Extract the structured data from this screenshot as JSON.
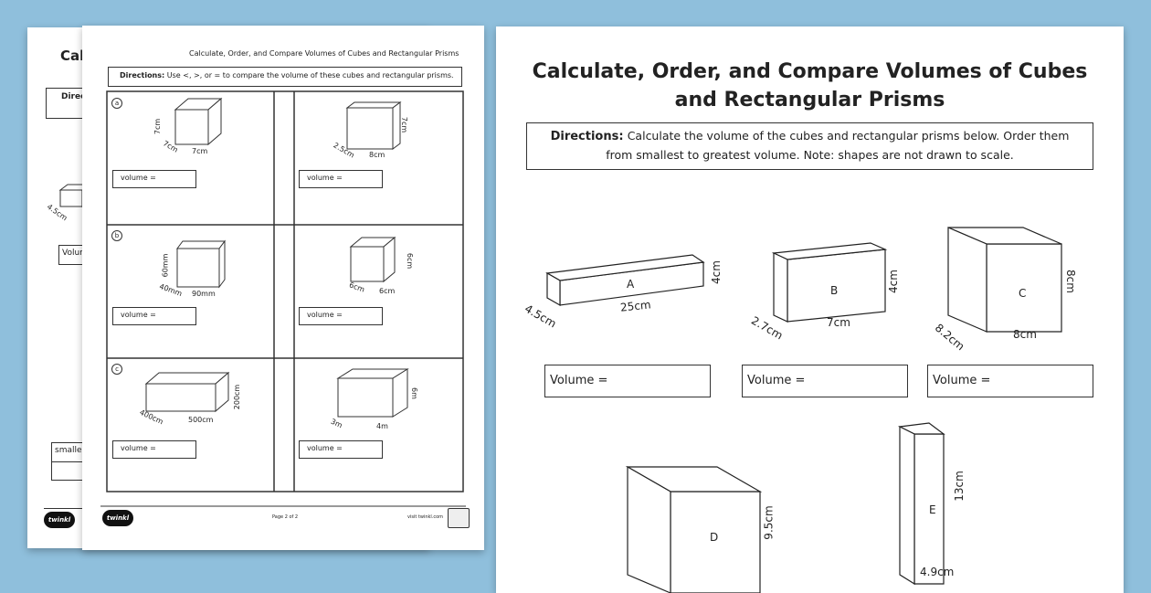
{
  "back_sheet": {
    "title_fragment": "Cal",
    "directions_fragment": "Direc",
    "dim_fragment": "4.5cm",
    "volume_fragment": "Volum",
    "smallest_fragment": "smallest"
  },
  "mid_sheet": {
    "title": "Calculate, Order, and Compare Volumes of Cubes and Rectangular Prisms",
    "directions_label": "Directions:",
    "directions_text": "Use <, >, or = to compare the volume of these cubes and rectangular prisms.",
    "rows": [
      {
        "marker": "a",
        "left": {
          "h": "7cm",
          "d": "7cm",
          "w": "7cm"
        },
        "right": {
          "d": "2.5cm",
          "w": "8cm",
          "h": "7cm"
        }
      },
      {
        "marker": "b",
        "left": {
          "h": "60mm",
          "d": "40mm",
          "w": "90mm"
        },
        "right": {
          "d": "6cm",
          "w": "6cm",
          "h": "6cm"
        }
      },
      {
        "marker": "c",
        "left": {
          "d": "400cm",
          "w": "500cm",
          "h": "200cm"
        },
        "right": {
          "d": "3m",
          "w": "4m",
          "h": "6m"
        }
      }
    ],
    "volume_label": "volume =",
    "footer_page": "Page 2 of 2",
    "footer_site": "visit twinkl.com",
    "logo_text": "twinkl"
  },
  "front_sheet": {
    "title_line1": "Calculate, Order, and Compare Volumes of Cubes",
    "title_line2": "and Rectangular Prisms",
    "directions_label": "Directions:",
    "directions_line1": "Calculate the volume of the cubes and rectangular prisms below. Order them",
    "directions_line2": "from smallest to greatest volume. Note: shapes are not drawn to scale.",
    "shapes": [
      {
        "label": "A",
        "w": "25cm",
        "d": "4.5cm",
        "h": "4cm"
      },
      {
        "label": "B",
        "w": "7cm",
        "d": "2.7cm",
        "h": "4cm"
      },
      {
        "label": "C",
        "w": "8cm",
        "d": "8.2cm",
        "h": "8cm"
      },
      {
        "label": "D",
        "h": "9.5cm"
      },
      {
        "label": "E",
        "h": "13cm",
        "w": "4.9cm"
      }
    ],
    "volume_label": "Volume ="
  }
}
